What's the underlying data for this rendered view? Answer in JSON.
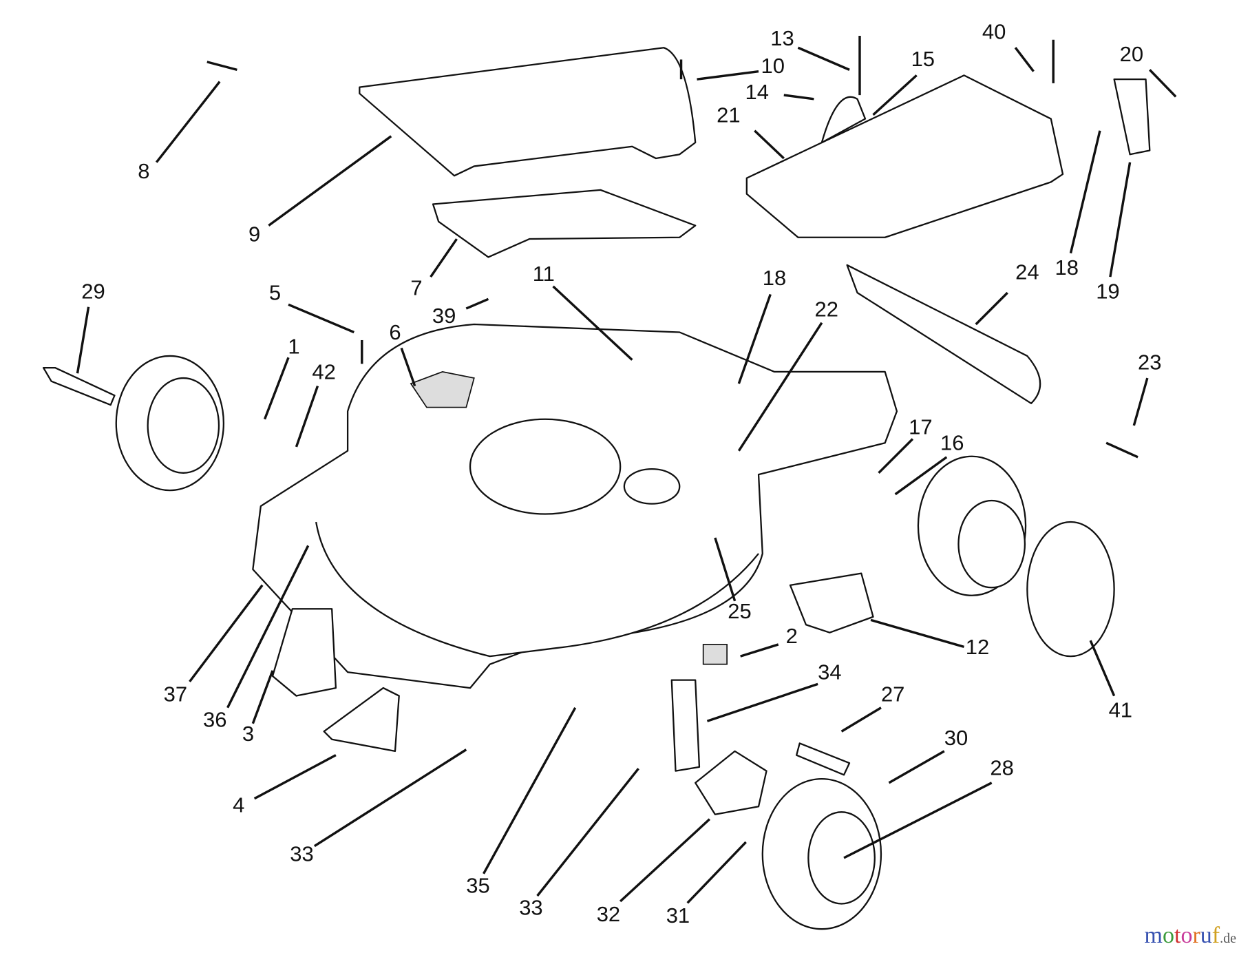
{
  "diagram": {
    "type": "exploded parts diagram",
    "callouts": [
      "13",
      "40",
      "20",
      "10",
      "15",
      "14",
      "21",
      "8",
      "9",
      "7",
      "39",
      "11",
      "18",
      "22",
      "24",
      "18",
      "19",
      "29",
      "5",
      "6",
      "1",
      "42",
      "23",
      "17",
      "16",
      "25",
      "2",
      "12",
      "41",
      "37",
      "36",
      "3",
      "34",
      "27",
      "30",
      "28",
      "4",
      "33",
      "35",
      "33",
      "32",
      "31"
    ]
  },
  "watermark": {
    "letters": [
      "m",
      "o",
      "t",
      "o",
      "r",
      "u",
      "f"
    ],
    "suffix": ".de"
  }
}
